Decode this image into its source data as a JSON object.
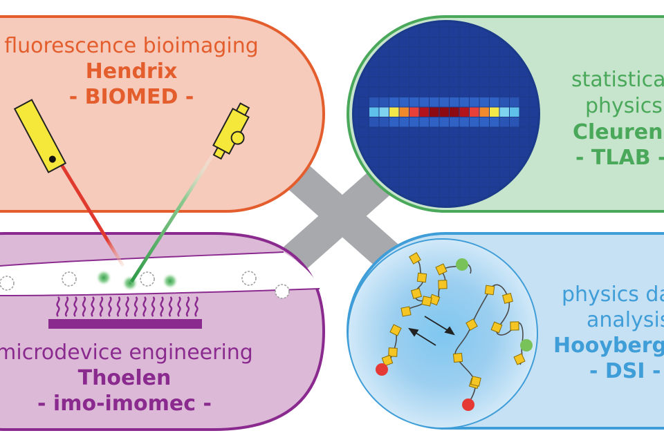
{
  "colors": {
    "orange": "#e35d2d",
    "orange_fill": "#f6cbbb",
    "green": "#4aa85a",
    "green_fill": "#c6e5cc",
    "purple": "#8a2a8f",
    "purple_fill": "#dcbad7",
    "blue": "#3f9dd8",
    "blue_fill": "#c7e1f4",
    "connector": "#a7a9ac",
    "device": "#f5e83a"
  },
  "groups": {
    "fluorescence": {
      "field": "fluorescence bioimaging",
      "name": "Hendrix",
      "unit": "- BIOMED -"
    },
    "statistical": {
      "field_line1": "statistical",
      "field_line2": "physics",
      "name": "Cleuren",
      "unit": "- TLAB -"
    },
    "microdevice": {
      "field": "microdevice engineering",
      "name": "Thoelen",
      "unit": "- imo-imomec -"
    },
    "data_analysis": {
      "field_line1": "physics data",
      "field_line2": "analysis",
      "name": "Hooybergh",
      "unit": "- DSI -"
    }
  }
}
